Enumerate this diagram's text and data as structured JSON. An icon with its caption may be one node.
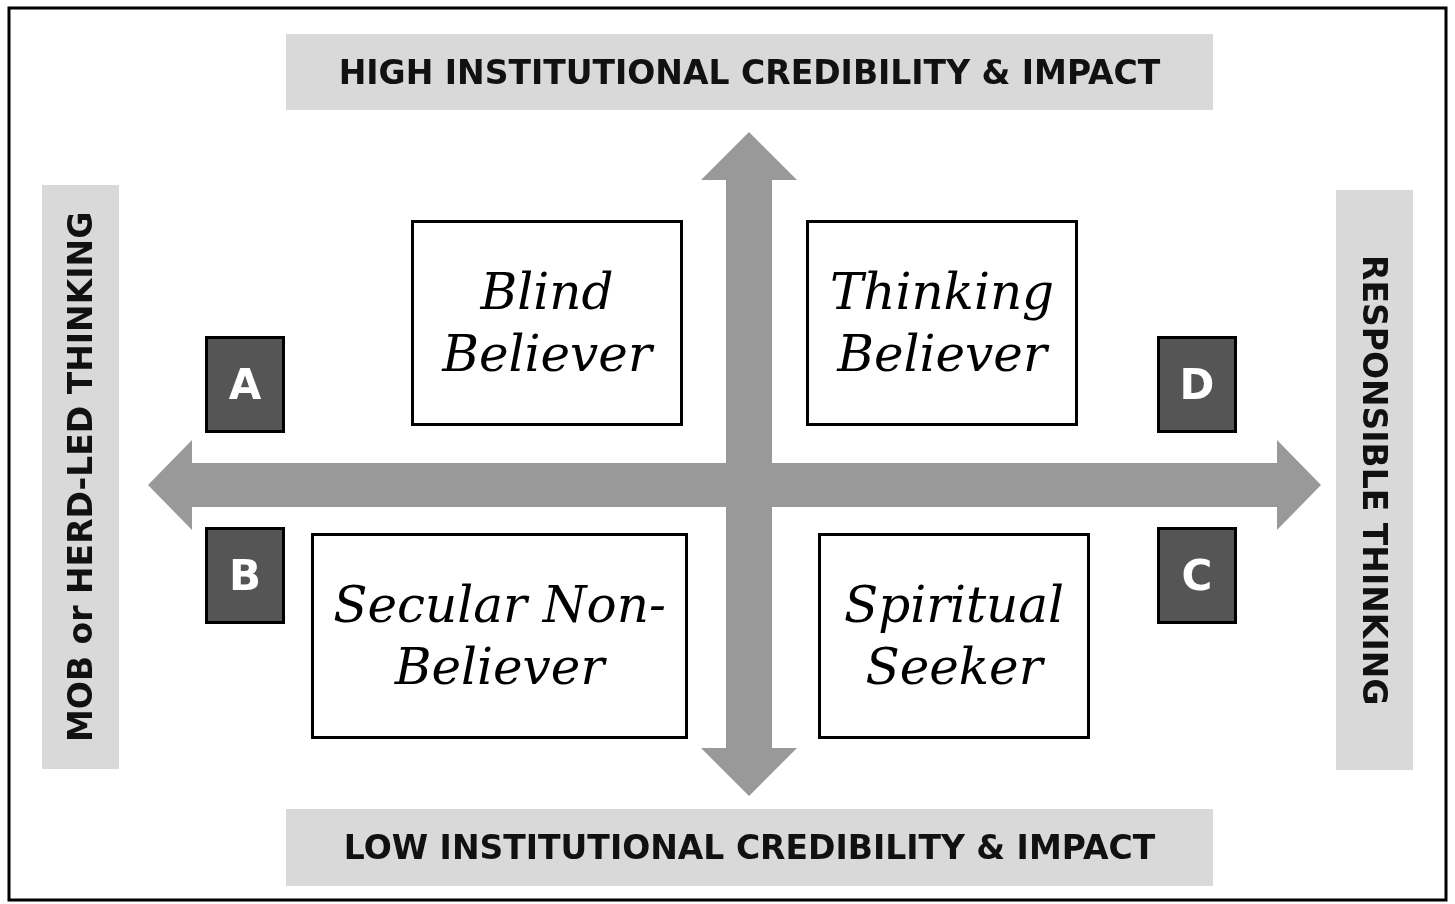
{
  "diagram": {
    "nodes": [
      {
        "text": [
          "HIGH INSTITUTIONAL CREDIBILITY & IMPACT"
        ]
      },
      {
        "text": [
          "MOB or HERD-LED THINKING"
        ]
      },
      {
        "text": [
          "Blind Believer"
        ]
      },
      {
        "text": [
          "Thinking Believer"
        ]
      },
      {
        "text": [
          "RESPONSIBLE THINKING"
        ]
      },
      {
        "text": [
          "A"
        ]
      },
      {
        "text": [
          "D"
        ]
      },
      {
        "text": [
          "B"
        ]
      },
      {
        "text": [
          "Secular Non-Believer"
        ]
      },
      {
        "text": [
          "Spiritual Seeker"
        ]
      },
      {
        "text": [
          "C"
        ]
      },
      {
        "text": [
          "LOW INSTITUTIONAL CREDIBILITY & IMPACT"
        ]
      }
    ]
  }
}
